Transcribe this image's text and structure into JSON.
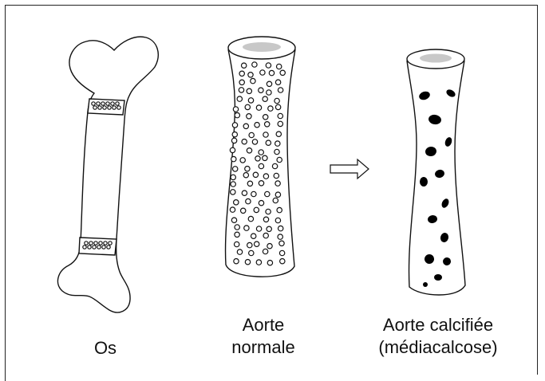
{
  "labels": {
    "bone": "Os",
    "normal_aorta_line1": "Aorte",
    "normal_aorta_line2": "normale",
    "calcified_aorta_line1": "Aorte calcifiée",
    "calcified_aorta_line2": "(médiacalcose)"
  },
  "colors": {
    "stroke": "#111111",
    "lumen": "#c8c8c8",
    "calcification": "#000000"
  }
}
